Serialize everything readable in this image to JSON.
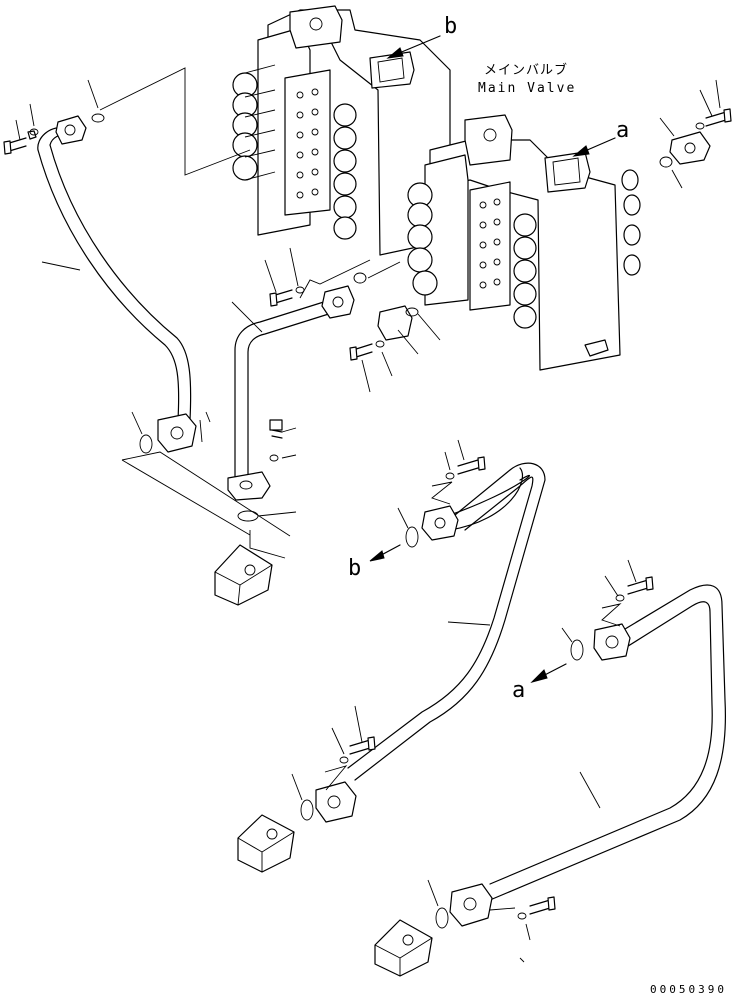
{
  "labels": {
    "valve_jp": "メインバルブ",
    "valve_en": "Main Valve",
    "ref_b_top": "b",
    "ref_a_top": "a",
    "ref_b_mid": "b",
    "ref_a_mid": "a",
    "drawing_number": "00050390"
  }
}
